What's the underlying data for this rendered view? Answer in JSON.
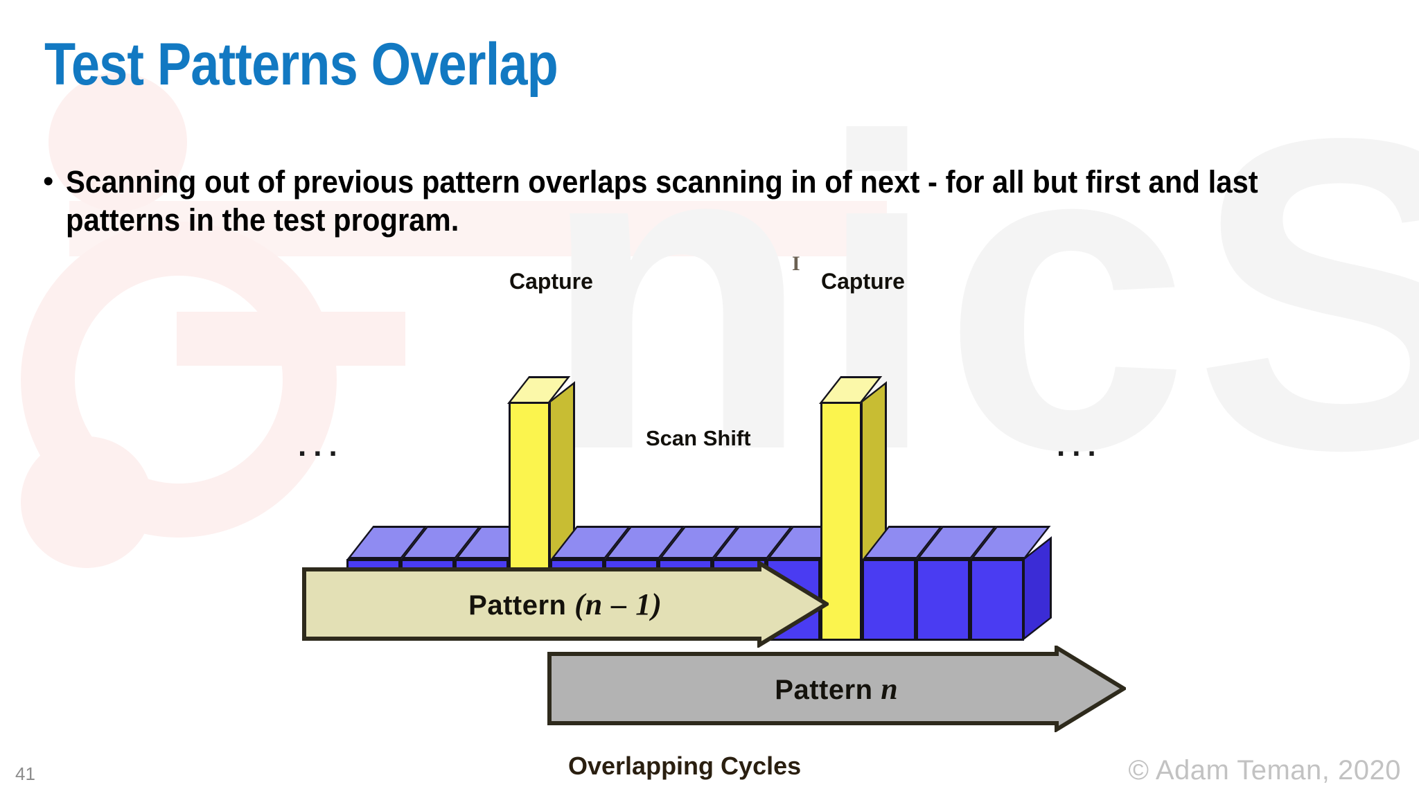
{
  "slide": {
    "title": "Test Patterns Overlap",
    "title_color": "#1279c2",
    "page_number": "41",
    "copyright": "© Adam Teman, 2020",
    "watermark_text": "nicS"
  },
  "bullets": [
    {
      "marker": "•",
      "text": "Scanning out of previous pattern overlaps scanning in of next - for all but first and last patterns in the test program."
    }
  ],
  "diagram": {
    "labels": {
      "capture_left": "Capture",
      "capture_right": "Capture",
      "scan_shift": "Scan Shift",
      "stray_mark": "I",
      "ellipsis_left": "...",
      "ellipsis_right": "...",
      "caption": "Overlapping Cycles"
    },
    "arrows": [
      {
        "name": "pattern-n-minus-1",
        "label_main": "Pattern ",
        "label_italic": "(n – 1)",
        "fill": "#e3e0b5"
      },
      {
        "name": "pattern-n",
        "label_main": "Pattern  ",
        "label_italic": "n",
        "fill": "#b3b3b3"
      }
    ],
    "colors": {
      "cube_front": "#4a3cf2",
      "cube_top": "#8f8bf2",
      "cube_side": "#3b2cd6",
      "tower_front": "#fbf44e",
      "tower_side": "#c8bd33",
      "tower_top": "#fbf8a9",
      "outline": "#14131d"
    },
    "segments": [
      {
        "name": "scan-segment-left",
        "cube_count": 3
      },
      {
        "name": "capture-tower-left",
        "cube_count": 0
      },
      {
        "name": "scan-segment-middle",
        "cube_count": 5
      },
      {
        "name": "capture-tower-right",
        "cube_count": 0
      },
      {
        "name": "scan-segment-right",
        "cube_count": 3
      }
    ]
  }
}
